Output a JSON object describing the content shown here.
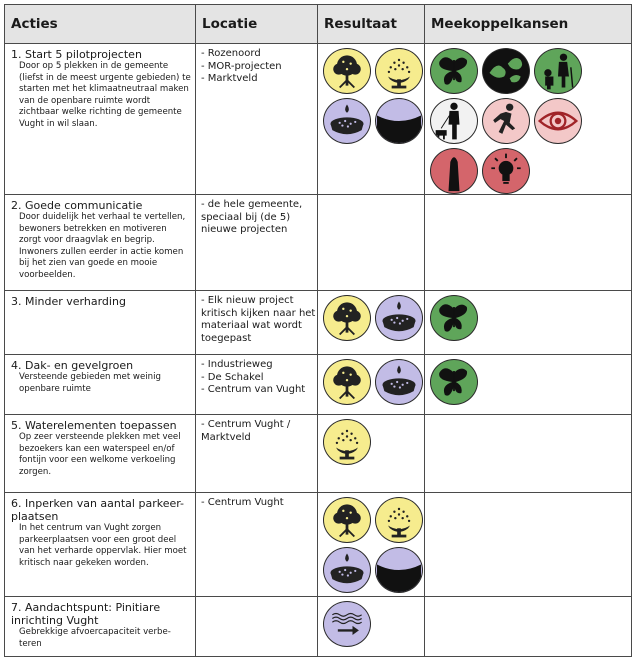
{
  "headers": {
    "acties": "Acties",
    "locatie": "Locatie",
    "resultaat": "Resultaat",
    "meekoppelkansen": "Meekoppelkansen"
  },
  "rows": [
    {
      "title": "1. Start 5 pilotprojecten",
      "description": "Door op 5 plekken in de gemeente (liefst in de meest urgente gebieden) te starten met het klimaatneutraal maken van de openbare ruimte wordt zichtbaar welke richting de gemeente Vught in wil slaan.",
      "locations": [
        "- Rozenoord",
        "- MOR-projecten",
        "- Marktveld"
      ],
      "resultaat": [
        "tree-icon",
        "fountain-icon",
        "water-tray-icon",
        "water-basin-icon"
      ],
      "meekoppel": [
        "butterfly-icon",
        "birds-icon",
        "elderly-walking-icon",
        "dog-walker-icon",
        "runner-icon",
        "eye-icon",
        "tower-icon",
        "lightbulb-icon"
      ]
    },
    {
      "title": "2. Goede communicatie",
      "description": "Door duidelijk het verhaal te vertellen, bewoners betrekken en motiveren zorgt voor draagvlak en begrip. Inwoners zullen eerder in actie komen bij het zien van goede en mooie voorbeelden.",
      "locations": [
        "- de hele gemeente, speciaal bij (de 5) nieuwe projecten"
      ],
      "resultaat": [],
      "meekoppel": []
    },
    {
      "title": "3. Minder verharding",
      "description": "",
      "locations": [
        "- Elk nieuw project kritisch kijken naar het materiaal wat wordt toegepast"
      ],
      "resultaat": [
        "tree-icon",
        "water-tray-icon"
      ],
      "meekoppel": [
        "butterfly-icon"
      ]
    },
    {
      "title": "4. Dak- en gevelgroen",
      "description": "Versteende gebieden met weinig openbare ruimte",
      "locations": [
        "- Industrieweg",
        "- De Schakel",
        "- Centrum van Vught"
      ],
      "resultaat": [
        "tree-icon",
        "water-tray-icon"
      ],
      "meekoppel": [
        "butterfly-icon"
      ]
    },
    {
      "title": "5. Waterelementen toepassen",
      "description": "Op zeer versteende plekken met veel bezoekers kan een waterspeel en/of fontijn voor een welkome verkoeling zorgen.",
      "locations": [
        "- Centrum Vught / Marktveld"
      ],
      "resultaat": [
        "fountain-icon"
      ],
      "meekoppel": []
    },
    {
      "title": "6. Inperken van aantal parkeer-plaatsen",
      "description": "In het centrum van Vught zorgen parkeerplaatsen voor een groot deel van het verharde oppervlak. Hier moet kritisch naar gekeken worden.",
      "locations": [
        "- Centrum Vught"
      ],
      "resultaat": [
        "tree-icon",
        "fountain-icon",
        "water-tray-icon",
        "water-basin-icon"
      ],
      "meekoppel": []
    },
    {
      "title": "7. Aandachtspunt: Pinitiare inrichting Vught",
      "description": "Gebrekkige afvoercapaciteit verbe-teren",
      "locations": [],
      "resultaat": [
        "waves-arrow-icon"
      ],
      "meekoppel": []
    }
  ],
  "colors": {
    "yellow": "#f6ec8e",
    "lavender": "#c2bce6",
    "green": "#5fa55a",
    "pink": "#f3c8c8",
    "red": "#d4656b",
    "grey": "#e6e6e6"
  }
}
